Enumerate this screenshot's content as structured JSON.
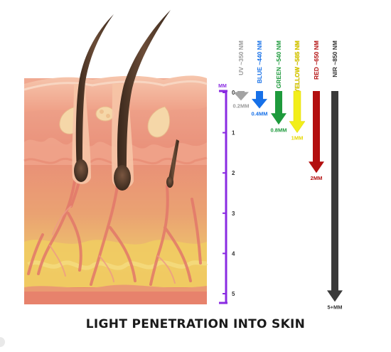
{
  "title": "LIGHT PENETRATION INTO SKIN",
  "scale": {
    "unit": "MM",
    "ticks": [
      "0",
      "1",
      "2",
      "3",
      "4",
      "5"
    ],
    "color": "#8a2be2"
  },
  "beams": [
    {
      "id": "uv",
      "label": "UV ~350 NM",
      "depth_label": "0.2MM",
      "depth_mm": 0.2,
      "color": "#a3a3a3",
      "label_color": "#9a9a9a"
    },
    {
      "id": "blue",
      "label": "BLUE ~440 NM",
      "depth_label": "0.4MM",
      "depth_mm": 0.4,
      "color": "#1670e8",
      "label_color": "#1670e8"
    },
    {
      "id": "green",
      "label": "GREEN ~540 NM",
      "depth_label": "0.8MM",
      "depth_mm": 0.8,
      "color": "#1e9a3c",
      "label_color": "#1e9a3c"
    },
    {
      "id": "yellow",
      "label": "YELLOW ~585 NM",
      "depth_label": "1MM",
      "depth_mm": 1.0,
      "color": "#f2ee1a",
      "label_color": "#e6d800"
    },
    {
      "id": "red",
      "label": "RED ~650 NM",
      "depth_label": "2MM",
      "depth_mm": 2.0,
      "color": "#b30f0f",
      "label_color": "#b30f0f"
    },
    {
      "id": "nir",
      "label": "NIR ~850 NM",
      "depth_label": "5+MM",
      "depth_mm": 5.2,
      "color": "#3a3a3a",
      "label_color": "#333333"
    }
  ],
  "skin_colors": {
    "epidermis": "#eda48e",
    "dermis": "#e78a76",
    "subcutis": "#eec072",
    "fat_yellow": "#f0d060",
    "base": "#e7826c",
    "hair": "#4b3426",
    "gland": "#f5d7a8"
  }
}
